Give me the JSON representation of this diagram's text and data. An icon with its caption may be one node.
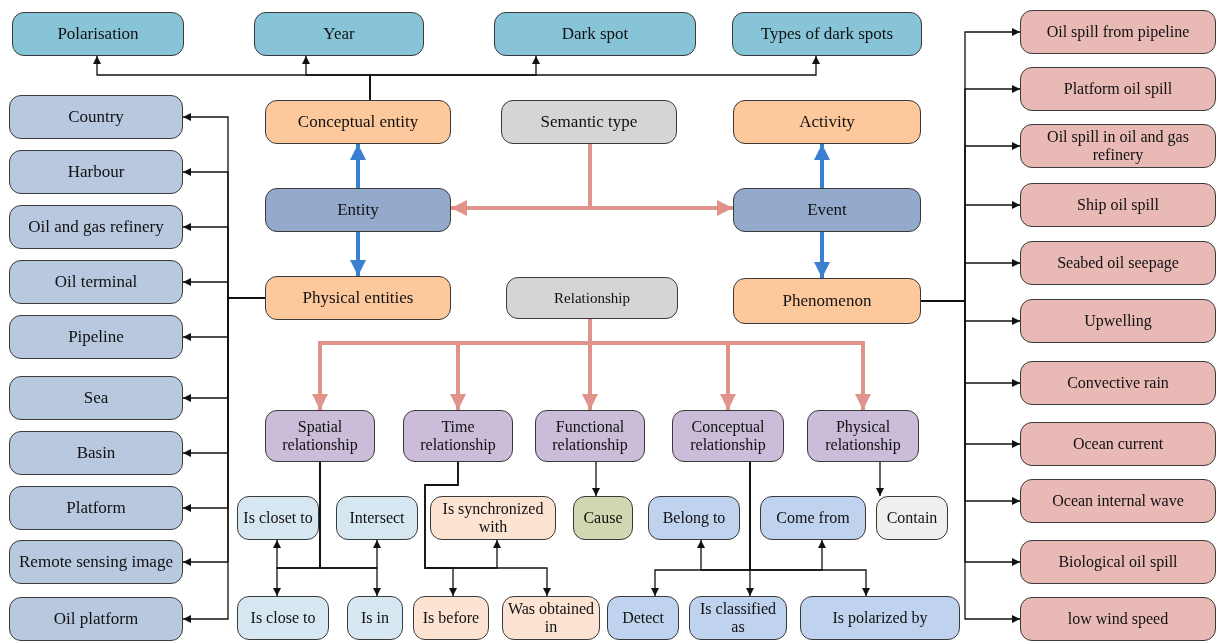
{
  "diagram": {
    "nodes": [
      {
        "text": [
          "Polarisation"
        ]
      },
      {
        "text": [
          "Year"
        ]
      },
      {
        "text": [
          "Dark spot"
        ]
      },
      {
        "text": [
          "Types of dark spots"
        ]
      },
      {
        "text": [
          "Oil spill from pipeline"
        ]
      },
      {
        "text": [
          "Platform oil spill"
        ]
      },
      {
        "text": [
          "Oil spill in oil and gas refinery"
        ]
      },
      {
        "text": [
          "Ship oil spill"
        ]
      },
      {
        "text": [
          "Seabed oil seepage"
        ]
      },
      {
        "text": [
          "Upwelling"
        ]
      },
      {
        "text": [
          "Convective rain"
        ]
      },
      {
        "text": [
          "Ocean current"
        ]
      },
      {
        "text": [
          "Ocean internal wave"
        ]
      },
      {
        "text": [
          "Biological oil spill"
        ]
      },
      {
        "text": [
          "low wind speed"
        ]
      },
      {
        "text": [
          "Country"
        ]
      },
      {
        "text": [
          "Harbour"
        ]
      },
      {
        "text": [
          "Oil and gas refinery"
        ]
      },
      {
        "text": [
          "Oil terminal"
        ]
      },
      {
        "text": [
          "Pipeline"
        ]
      },
      {
        "text": [
          "Sea"
        ]
      },
      {
        "text": [
          "Basin"
        ]
      },
      {
        "text": [
          "Platform"
        ]
      },
      {
        "text": [
          "Remote sensing image"
        ]
      },
      {
        "text": [
          "Oil platform"
        ]
      },
      {
        "text": [
          "Conceptual entity"
        ]
      },
      {
        "text": [
          "Semantic type"
        ]
      },
      {
        "text": [
          "Activity"
        ]
      },
      {
        "text": [
          "Entity"
        ]
      },
      {
        "text": [
          "Event"
        ]
      },
      {
        "text": [
          "Physical entities"
        ]
      },
      {
        "text": [
          "Relationship"
        ]
      },
      {
        "text": [
          "Phenomenon"
        ]
      },
      {
        "text": [
          "Spatial relationship"
        ]
      },
      {
        "text": [
          "Time relationship"
        ]
      },
      {
        "text": [
          "Functional relationship"
        ]
      },
      {
        "text": [
          "Conceptual relationship"
        ]
      },
      {
        "text": [
          "Physical relationship"
        ]
      },
      {
        "text": [
          "Is closet to"
        ]
      },
      {
        "text": [
          "Intersect"
        ]
      },
      {
        "text": [
          "Is synchronized with"
        ]
      },
      {
        "text": [
          "Cause"
        ]
      },
      {
        "text": [
          "Belong to"
        ]
      },
      {
        "text": [
          "Come from"
        ]
      },
      {
        "text": [
          "Contain"
        ]
      },
      {
        "text": [
          "Is close to"
        ]
      },
      {
        "text": [
          "Is in"
        ]
      },
      {
        "text": [
          "Is before"
        ]
      },
      {
        "text": [
          "Was obtained in"
        ]
      },
      {
        "text": [
          "Detect"
        ]
      },
      {
        "text": [
          "Is classified as"
        ]
      },
      {
        "text": [
          "Is polarized by"
        ]
      }
    ],
    "edges": [
      {
        "from": 25,
        "to": 0,
        "arrow": "to"
      },
      {
        "from": 25,
        "to": 1,
        "arrow": "to"
      },
      {
        "from": 25,
        "to": 2,
        "arrow": "to"
      },
      {
        "from": 25,
        "to": 3,
        "arrow": "to"
      },
      {
        "from": 32,
        "to": 4,
        "arrow": "to"
      },
      {
        "from": 32,
        "to": 5,
        "arrow": "to"
      },
      {
        "from": 32,
        "to": 6,
        "arrow": "to"
      },
      {
        "from": 32,
        "to": 7,
        "arrow": "to"
      },
      {
        "from": 32,
        "to": 8,
        "arrow": "to"
      },
      {
        "from": 32,
        "to": 9,
        "arrow": "to"
      },
      {
        "from": 32,
        "to": 10,
        "arrow": "to"
      },
      {
        "from": 32,
        "to": 11,
        "arrow": "to"
      },
      {
        "from": 32,
        "to": 12,
        "arrow": "to"
      },
      {
        "from": 32,
        "to": 13,
        "arrow": "to"
      },
      {
        "from": 32,
        "to": 14,
        "arrow": "to"
      },
      {
        "from": 30,
        "to": 15,
        "arrow": "to"
      },
      {
        "from": 30,
        "to": 16,
        "arrow": "to"
      },
      {
        "from": 30,
        "to": 17,
        "arrow": "to"
      },
      {
        "from": 30,
        "to": 18,
        "arrow": "to"
      },
      {
        "from": 30,
        "to": 19,
        "arrow": "to"
      },
      {
        "from": 30,
        "to": 20,
        "arrow": "to"
      },
      {
        "from": 30,
        "to": 21,
        "arrow": "to"
      },
      {
        "from": 30,
        "to": 22,
        "arrow": "to"
      },
      {
        "from": 30,
        "to": 23,
        "arrow": "to"
      },
      {
        "from": 30,
        "to": 24,
        "arrow": "to"
      },
      {
        "from": 26,
        "to": 28,
        "arrow": "to",
        "style": "thick",
        "color": "#e0938b"
      },
      {
        "from": 26,
        "to": 29,
        "arrow": "to",
        "style": "thick",
        "color": "#e0938b"
      },
      {
        "from": 28,
        "to": 25,
        "arrow": "to",
        "style": "thick",
        "color": "#3b7fd0"
      },
      {
        "from": 28,
        "to": 30,
        "arrow": "to",
        "style": "thick",
        "color": "#3b7fd0"
      },
      {
        "from": 29,
        "to": 27,
        "arrow": "to",
        "style": "thick",
        "color": "#3b7fd0"
      },
      {
        "from": 29,
        "to": 32,
        "arrow": "to",
        "style": "thick",
        "color": "#3b7fd0"
      },
      {
        "from": 31,
        "to": 33,
        "arrow": "to",
        "style": "thick",
        "color": "#e0938b"
      },
      {
        "from": 31,
        "to": 34,
        "arrow": "to",
        "style": "thick",
        "color": "#e0938b"
      },
      {
        "from": 31,
        "to": 35,
        "arrow": "to",
        "style": "thick",
        "color": "#e0938b"
      },
      {
        "from": 31,
        "to": 36,
        "arrow": "to",
        "style": "thick",
        "color": "#e0938b"
      },
      {
        "from": 31,
        "to": 37,
        "arrow": "to",
        "style": "thick",
        "color": "#e0938b"
      },
      {
        "from": 33,
        "to": 38,
        "arrow": "to"
      },
      {
        "from": 33,
        "to": 39,
        "arrow": "to"
      },
      {
        "from": 33,
        "to": 45,
        "arrow": "to"
      },
      {
        "from": 33,
        "to": 46,
        "arrow": "to"
      },
      {
        "from": 34,
        "to": 40,
        "arrow": "to"
      },
      {
        "from": 34,
        "to": 47,
        "arrow": "to"
      },
      {
        "from": 34,
        "to": 48,
        "arrow": "to"
      },
      {
        "from": 35,
        "to": 41,
        "arrow": "to"
      },
      {
        "from": 36,
        "to": 42,
        "arrow": "to"
      },
      {
        "from": 36,
        "to": 43,
        "arrow": "to"
      },
      {
        "from": 36,
        "to": 49,
        "arrow": "to"
      },
      {
        "from": 36,
        "to": 50,
        "arrow": "to"
      },
      {
        "from": 36,
        "to": 51,
        "arrow": "to"
      },
      {
        "from": 37,
        "to": 44,
        "arrow": "to"
      }
    ]
  }
}
